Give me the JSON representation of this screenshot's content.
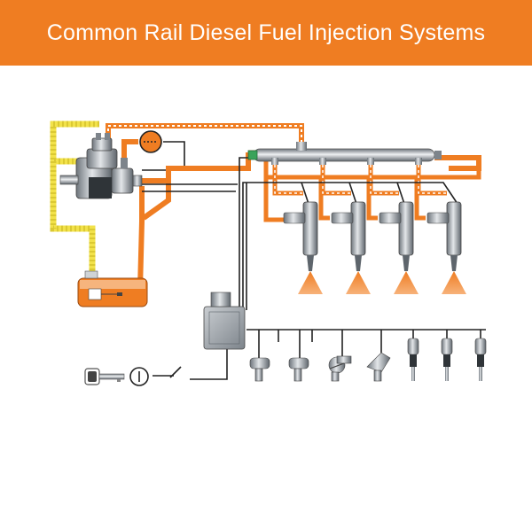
{
  "header": {
    "title": "Common Rail Diesel Fuel Injection Systems"
  },
  "diagram": {
    "components": {
      "high_pressure_pump": "high-pressure pump",
      "fuel_tank": "fuel tank",
      "common_rail": "common rail",
      "pressure_regulator": "pressure regulator",
      "injectors": [
        "injector 1",
        "injector 2",
        "injector 3",
        "injector 4"
      ],
      "ecu": "ECU",
      "ignition_key": "ignition key",
      "ignition_switch": "ignition switch",
      "sensors": [
        "sensor 1",
        "sensor 2",
        "sensor 3",
        "sensor 4",
        "sensor 5",
        "sensor 6",
        "sensor 7"
      ]
    },
    "colors": {
      "accent": "#ef7d22",
      "fuel_line_high": "#ef7d22",
      "fuel_line_low": "#f2e24a",
      "wire": "#222222",
      "metal": "#9aa1a8"
    }
  }
}
